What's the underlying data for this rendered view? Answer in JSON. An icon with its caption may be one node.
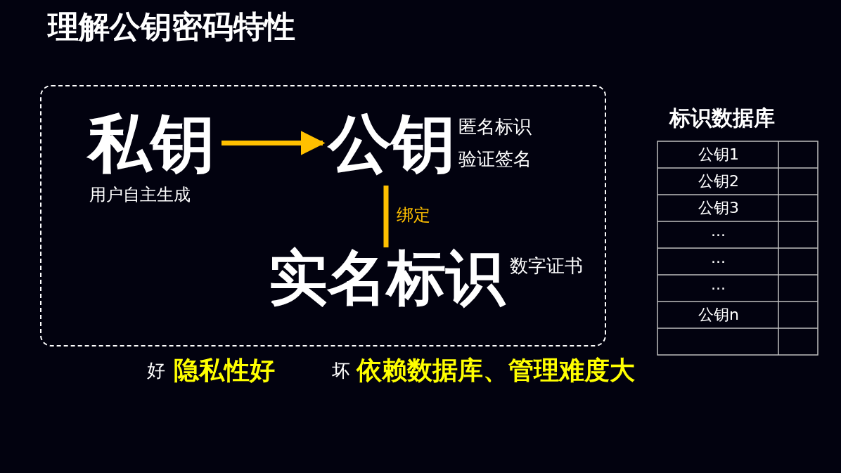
{
  "diagram": {
    "title": "理解公钥密码特性",
    "nodes": [
      {
        "text": [],
        "shape": "box"
      },
      {
        "text": [
          "私钥"
        ],
        "in": 0,
        "beside": [
          "用户自主生成"
        ]
      },
      {
        "text": [
          "公钥"
        ],
        "in": 0,
        "beside": [
          "匿名标识",
          "验证签名"
        ]
      },
      {
        "text": [
          "实名标识"
        ],
        "in": 0,
        "beside": [
          "数字证书"
        ]
      }
    ],
    "edges": [
      {
        "from": 1,
        "to": 2,
        "arrow": "to"
      },
      {
        "from": 2,
        "to": 3,
        "arrow": "none",
        "label": "绑定"
      }
    ],
    "labels": [
      "标识数据库",
      "公钥1",
      "公钥2",
      "公钥3",
      "...",
      "...",
      "...",
      "公钥n",
      "好",
      "隐私性好",
      "坏",
      "依赖数据库、管理难度大"
    ]
  }
}
